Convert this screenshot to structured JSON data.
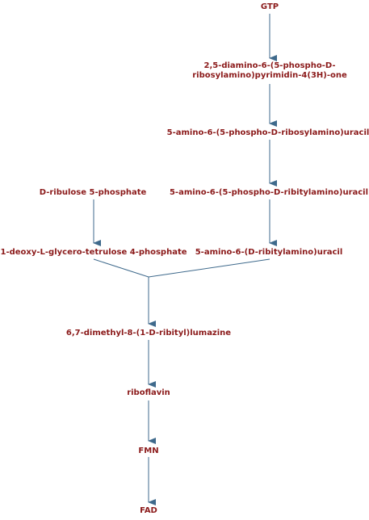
{
  "pathway": {
    "nodes": [
      {
        "id": "gtp",
        "label": "GTP"
      },
      {
        "id": "diamino",
        "label": "2,5-diamino-6-(5-phospho-D-",
        "label_line2": "ribosylamino)pyrimidin-4(3H)-one"
      },
      {
        "id": "amino-uracil",
        "label": "5-amino-6-(5-phospho-D-ribosylamino)uracil"
      },
      {
        "id": "ribitylamino-phospho",
        "label": "5-amino-6-(5-phospho-D-ribitylamino)uracil"
      },
      {
        "id": "d-ribulose",
        "label": "D-ribulose 5-phosphate"
      },
      {
        "id": "deoxy-tetrulose",
        "label": "1-deoxy-L-glycero-tetrulose 4-phosphate"
      },
      {
        "id": "ribitylamino-uracil",
        "label": "5-amino-6-(D-ribitylamino)uracil"
      },
      {
        "id": "lumazine",
        "label": "6,7-dimethyl-8-(1-D-ribityl)lumazine"
      },
      {
        "id": "riboflavin",
        "label": "riboflavin"
      },
      {
        "id": "fmn",
        "label": "FMN"
      },
      {
        "id": "fad",
        "label": "FAD"
      }
    ],
    "colors": {
      "label": "#8b1a1a",
      "arrow": "#3f6a8c"
    }
  }
}
